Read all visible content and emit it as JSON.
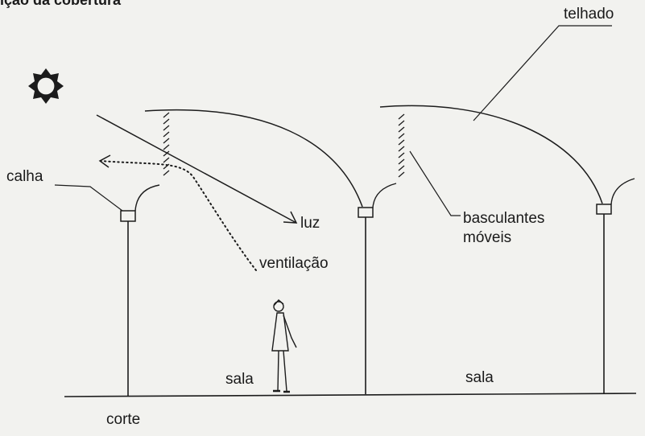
{
  "heading": "ição da cobertura",
  "labels": {
    "calha": "calha",
    "luz": "luz",
    "ventilacao": "ventilação",
    "telhado": "telhado",
    "basculantes_line1": "basculantes",
    "basculantes_line2": "móveis",
    "sala_left": "sala",
    "sala_right": "sala",
    "corte": "corte"
  },
  "colors": {
    "ink": "#1c1c1c",
    "paper": "#f2f2ef"
  },
  "icons": {
    "sun": "sun-icon",
    "person": "person-figure"
  }
}
